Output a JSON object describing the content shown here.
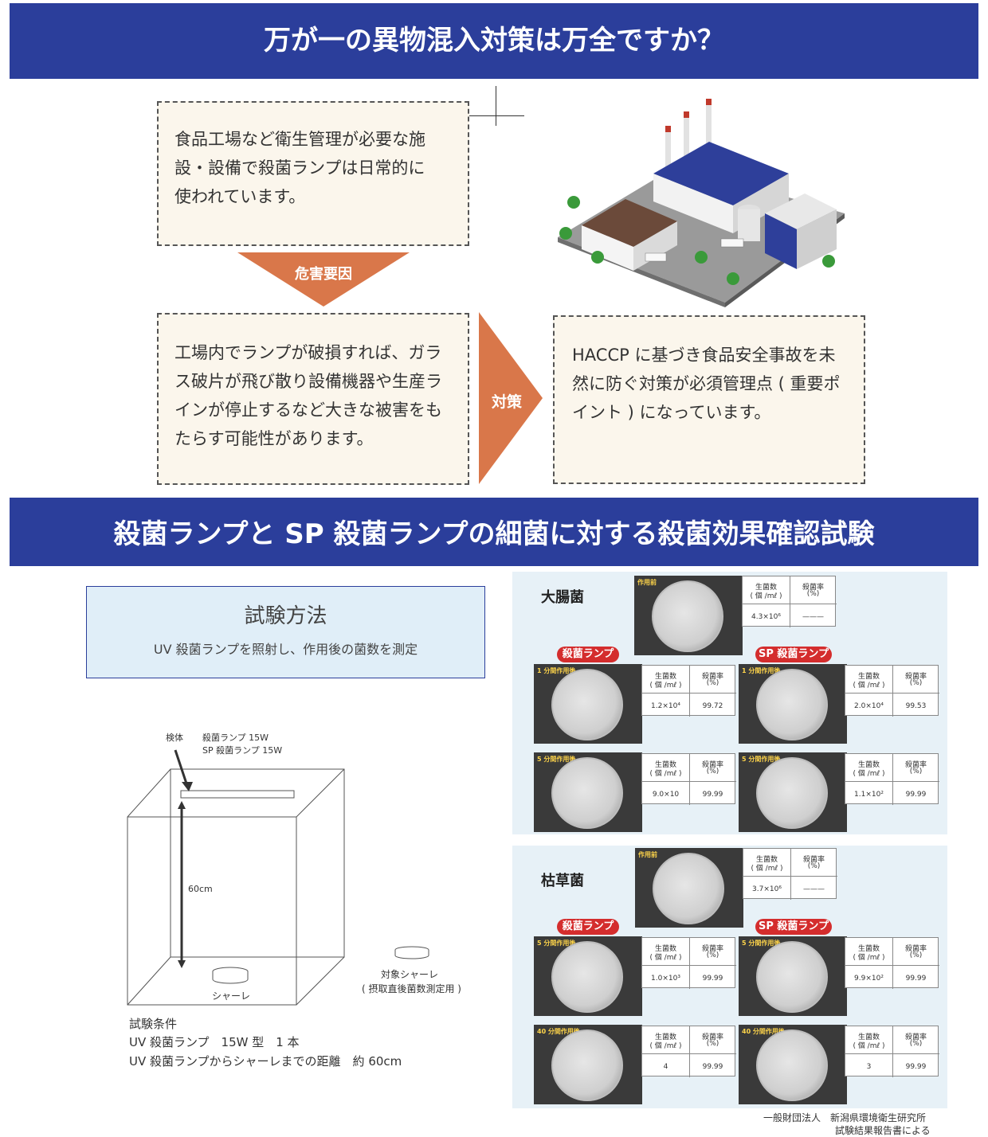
{
  "banner1": "万が一の異物混入対策は万全ですか？",
  "box1": [
    "食品工場など衛生管理が必要な施",
    "設・設備で殺菌ランプは日常的に",
    "使われています。"
  ],
  "hazard_label": "危害要因",
  "box2": [
    "工場内でランプが破損すれば、ガラ",
    "ス破片が飛び散り設備機器や生産ラ",
    "インが停止するなど大きな被害をも",
    "たらす可能性があります。"
  ],
  "measure_label": "対策",
  "box3": [
    "HACCP に基づき食品安全事故を未",
    "然に防ぐ対策が必須管理点 ( 重要ポ",
    "イント ) になっています。"
  ],
  "banner2": "殺菌ランプと SP 殺菌ランプの細菌に対する殺菌効果確認試験",
  "method": {
    "title": "試験方法",
    "desc": "UV 殺菌ランプを照射し、作用後の菌数を測定"
  },
  "diagram": {
    "specimen": "検体",
    "lamp1": "殺菌ランプ 15W",
    "lamp2": "SP 殺菌ランプ 15W",
    "distance": "60cm",
    "dish": "シャーレ",
    "target1": "対象シャーレ",
    "target2": "( 摂取直後菌数測定用 )"
  },
  "conditions": {
    "title": "試験条件",
    "line1": "UV 殺菌ランプ　15W 型　1 本",
    "line2": "UV 殺菌ランプからシャーレまでの距離　約 60cm"
  },
  "table_head": {
    "count": "生菌数",
    "count_unit": "( 個 /mℓ )",
    "rate": "殺菌率",
    "rate_unit": "(%)"
  },
  "ecoli": {
    "name": "大腸菌",
    "before_label": "作用前",
    "before_count": "4.3×10⁶",
    "before_rate": "———",
    "lamp_label": "殺菌ランプ",
    "sp_label": "SP 殺菌ランプ",
    "row1_label": "1 分間作用後",
    "row2_label": "5 分間作用後",
    "lamp_r1_count": "1.2×10⁴",
    "lamp_r1_rate": "99.72",
    "sp_r1_count": "2.0×10⁴",
    "sp_r1_rate": "99.53",
    "lamp_r2_count": "9.0×10",
    "lamp_r2_rate": "99.99",
    "sp_r2_count": "1.1×10²",
    "sp_r2_rate": "99.99"
  },
  "bsub": {
    "name": "枯草菌",
    "before_label": "作用前",
    "before_count": "3.7×10⁶",
    "before_rate": "———",
    "lamp_label": "殺菌ランプ",
    "sp_label": "SP 殺菌ランプ",
    "row1_label": "5 分間作用後",
    "row2_label": "40 分間作用後",
    "lamp_r1_count": "1.0×10³",
    "lamp_r1_rate": "99.99",
    "sp_r1_count": "9.9×10²",
    "sp_r1_rate": "99.99",
    "lamp_r2_count": "4",
    "lamp_r2_rate": "99.99",
    "sp_r2_count": "3",
    "sp_r2_rate": "99.99"
  },
  "source": {
    "line1": "一般財団法人　新潟県環境衛生研究所",
    "line2": "試験結果報告書による"
  },
  "colors": {
    "banner": "#2b3e9b",
    "arrow": "#d9774a",
    "pill": "#d42d2d",
    "box_bg": "#fbf6ec"
  }
}
